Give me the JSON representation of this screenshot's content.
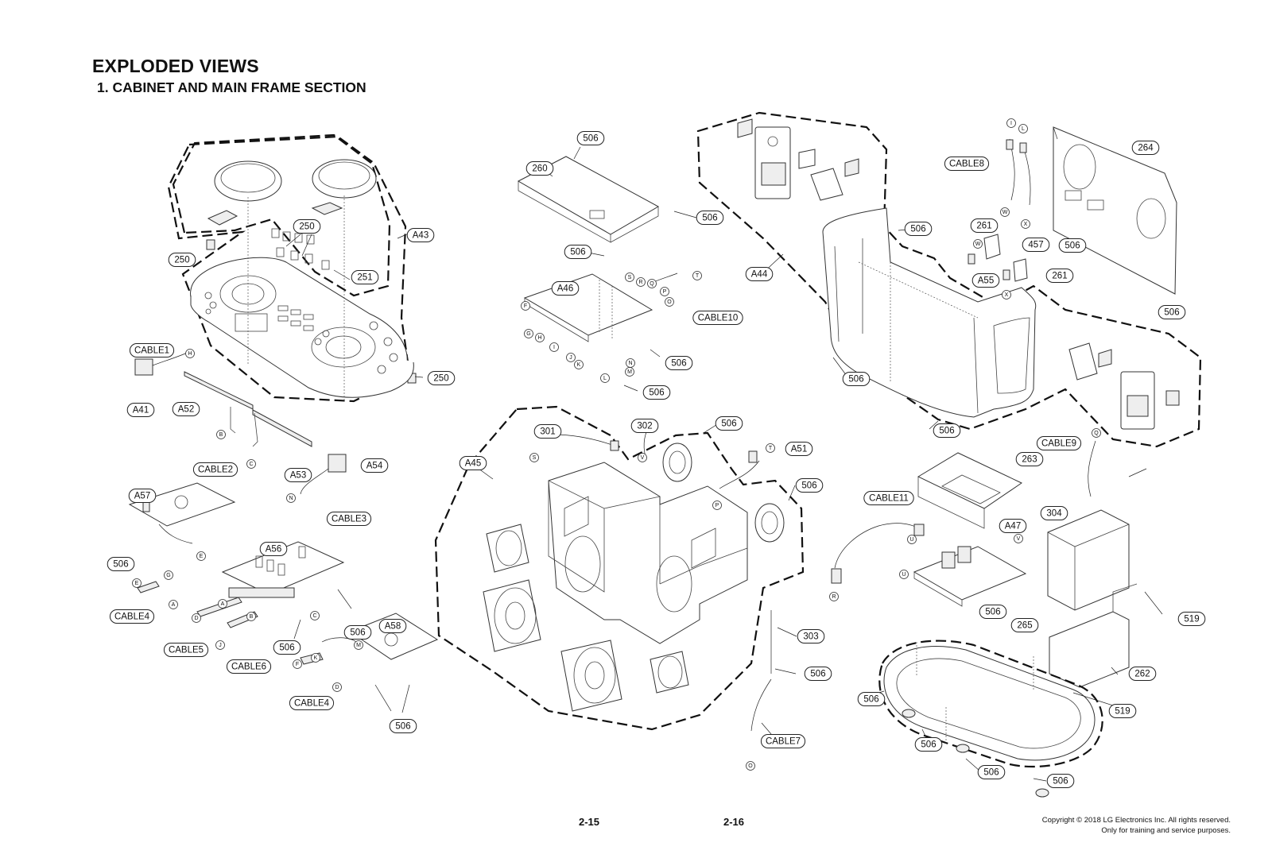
{
  "header": {
    "title": "EXPLODED VIEWS",
    "subtitle": "1. CABINET AND MAIN FRAME SECTION"
  },
  "footer": {
    "page_left": "2-15",
    "page_right": "2-16",
    "copyright_line1": "Copyright © 2018 LG Electronics Inc. All rights reserved.",
    "copyright_line2": "Only for training and service purposes."
  },
  "callouts": [
    "A43",
    "250",
    "250",
    "251",
    "250",
    "CABLE1",
    "A41",
    "A52",
    "CABLE2",
    "A53",
    "A54",
    "CABLE3",
    "A57",
    "506",
    "A56",
    "CABLE4",
    "CABLE5",
    "CABLE6",
    "506",
    "506",
    "A58",
    "CABLE4",
    "506",
    "506",
    "260",
    "506",
    "506",
    "A46",
    "CABLE10",
    "506",
    "506",
    "A45",
    "301",
    "302",
    "506",
    "A51",
    "506",
    "303",
    "506",
    "CABLE7",
    "A44",
    "CABLE8",
    "264",
    "506",
    "261",
    "457",
    "506",
    "A55",
    "261",
    "506",
    "506",
    "506",
    "CABLE9",
    "263",
    "CABLE11",
    "A47",
    "304",
    "506",
    "519",
    "265",
    "262",
    "506",
    "519",
    "506",
    "506",
    "506"
  ],
  "connectors": [
    "H",
    "B",
    "C",
    "N",
    "E",
    "G",
    "E",
    "A",
    "A",
    "B",
    "C",
    "D",
    "J",
    "K",
    "M",
    "F",
    "D",
    "F",
    "G",
    "H",
    "I",
    "J",
    "K",
    "L",
    "M",
    "N",
    "O",
    "P",
    "Q",
    "R",
    "S",
    "T",
    "S",
    "V",
    "T",
    "P",
    "U",
    "U",
    "R",
    "O",
    "I",
    "L",
    "W",
    "X",
    "W",
    "X",
    "Q",
    "V"
  ]
}
